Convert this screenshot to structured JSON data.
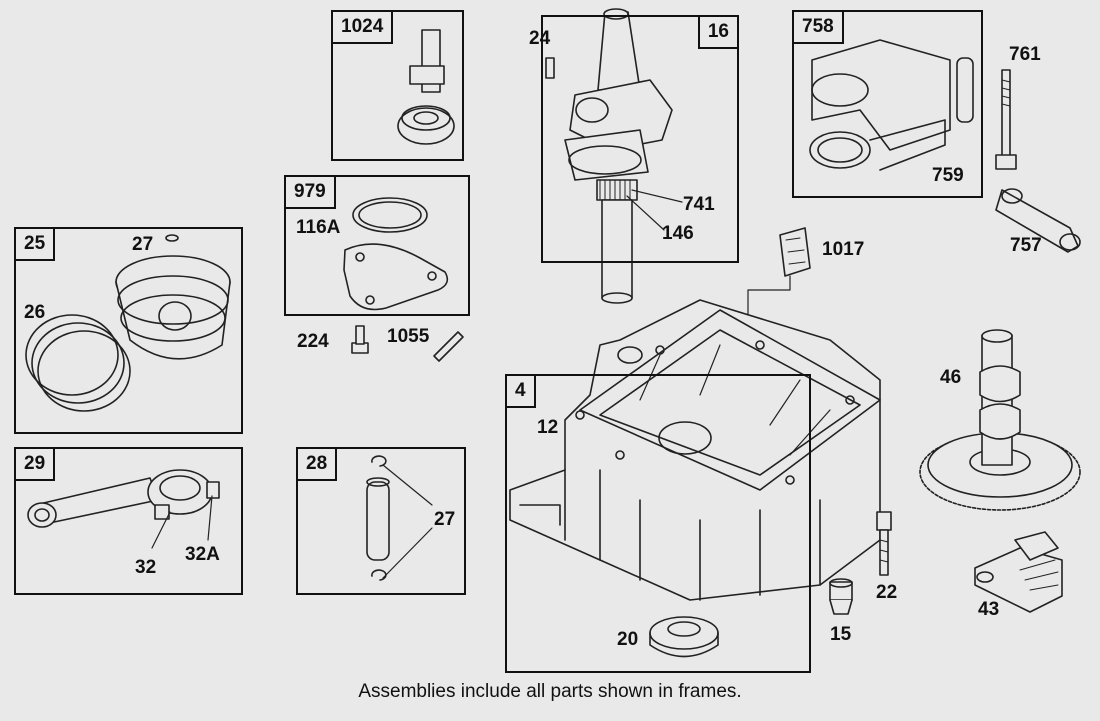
{
  "frames": {
    "f1024": "1024",
    "f16": "16",
    "f758": "758",
    "f979": "979",
    "f25": "25",
    "f29": "29",
    "f28": "28",
    "f4": "4"
  },
  "labels": {
    "p24": "24",
    "p761": "761",
    "p741": "741",
    "p146": "146",
    "p759": "759",
    "p757": "757",
    "p1017": "1017",
    "p116A": "116A",
    "p27a": "27",
    "p26": "26",
    "p224": "224",
    "p1055": "1055",
    "p46": "46",
    "p12": "12",
    "p32": "32",
    "p32A": "32A",
    "p27b": "27",
    "p22": "22",
    "p43": "43",
    "p20": "20",
    "p15": "15"
  },
  "caption": "Assemblies include all parts shown in frames."
}
